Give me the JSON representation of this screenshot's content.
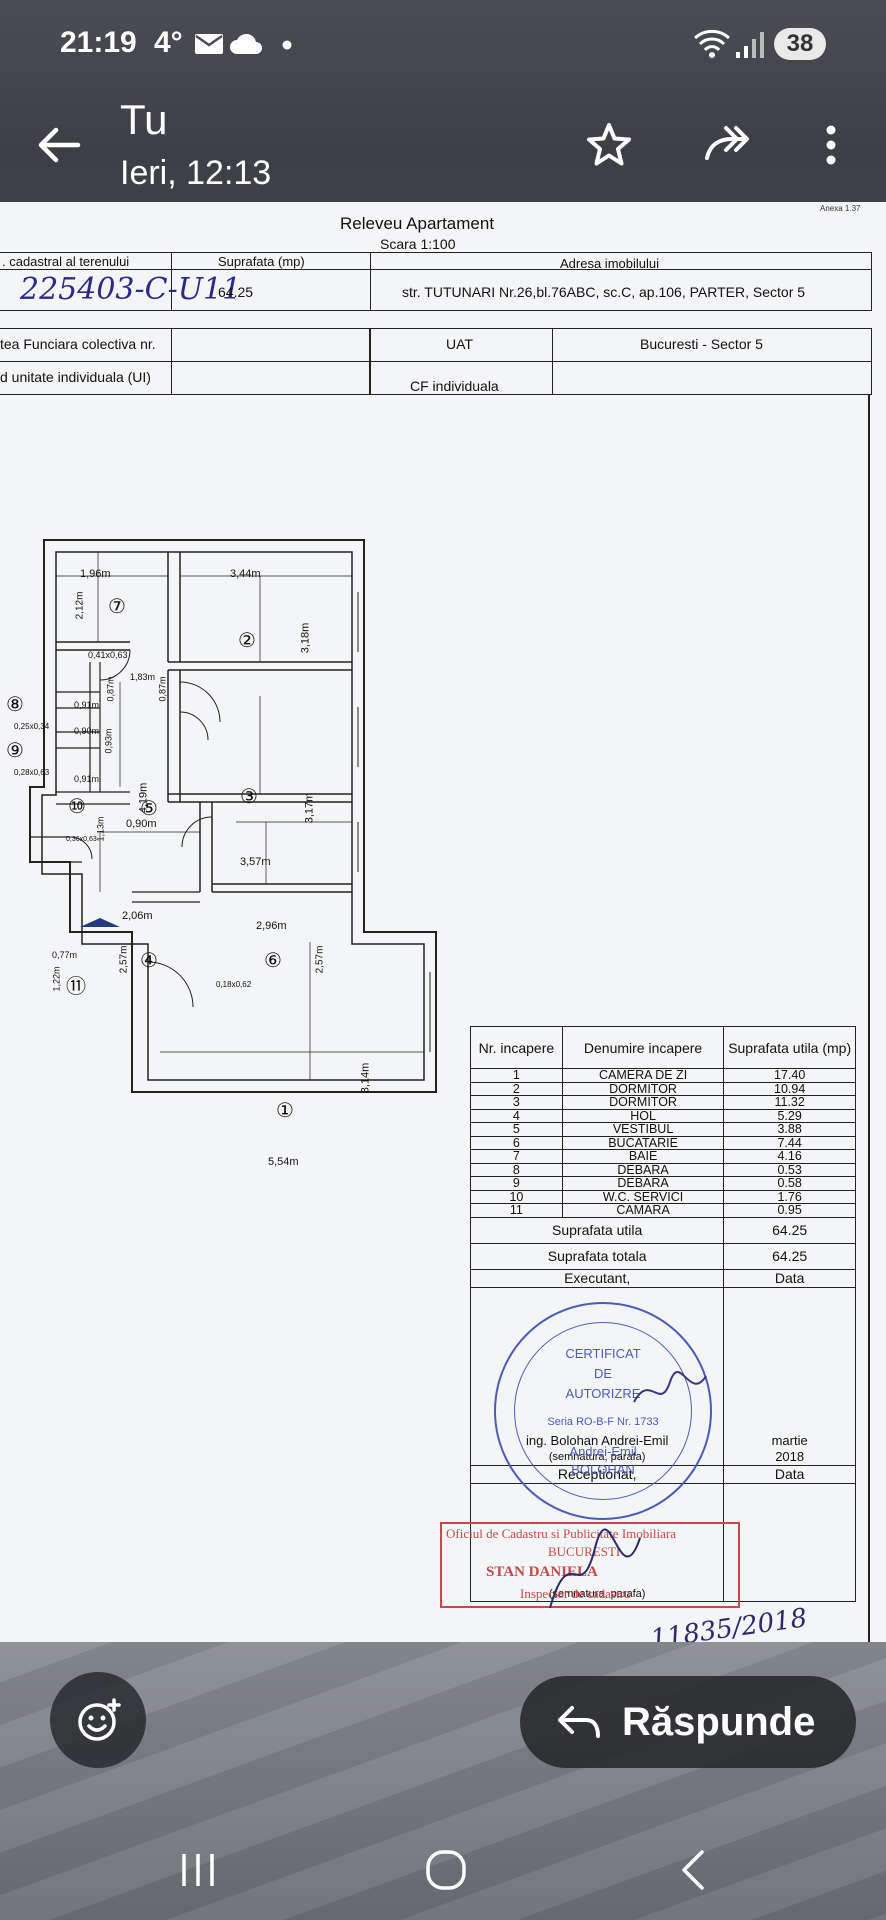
{
  "status_bar": {
    "time": "21:19",
    "temperature": "4°",
    "battery_level": "38",
    "icons": [
      "mail-icon",
      "cloud-icon",
      "dot-icon",
      "wifi-icon",
      "signal-icon"
    ]
  },
  "header": {
    "sender": "Tu",
    "timestamp": "Ieri, 12:13",
    "icons": [
      "back-arrow-icon",
      "star-icon",
      "forward-icon",
      "more-vert-icon"
    ]
  },
  "document": {
    "anexa": "Anexa 1.37",
    "title": "Releveu Apartament",
    "scale": "Scara 1:100",
    "col_cadastral": ". cadastral al terenului",
    "col_suprafata": "Suprafata (mp)",
    "col_adresa": "Adresa imobilului",
    "cadastral_handwritten": "225403-C-U11",
    "suprafata_value": "64.25",
    "adresa_value": "str. TUTUNARI Nr.26,bl.76ABC, sc.C, ap.106, PARTER, Sector 5",
    "cf_colectiva": "tea Funciara colectiva nr.",
    "uat_label": "UAT",
    "uat_value": "Bucuresti - Sector 5",
    "unitate_individuala": "d unitate individuala (UI)",
    "cf_individuala": "CF individuala",
    "plan_labels": {
      "d1": "1,96m",
      "d2": "3,44m",
      "d3": "2,12m",
      "d4": "3,18m",
      "d5": "0,41x0,63",
      "d6": "1,83m",
      "d7": "0,87m",
      "d8": "0,87m",
      "d9": "0,91m",
      "d10": "0,25x0,34",
      "d11": "0,90m",
      "d12": "0,93m",
      "d13": "0,28x0,63",
      "d14": "0,91m",
      "d15": "4,19m",
      "d16": "0,90m",
      "d17": "3,17m",
      "d18": "1,13m",
      "d19": "0,36x0,63",
      "d20": "3,57m",
      "d21": "2,06m",
      "d22": "2,96m",
      "d23": "0,77m",
      "d24": "2,57m",
      "d25": "1,22m",
      "d26": "2,57m",
      "d27": "0,18x0,62",
      "d28": "3,14m",
      "d29": "5,54m"
    },
    "room_numbers": [
      "①",
      "②",
      "③",
      "④",
      "⑤",
      "⑥",
      "⑦",
      "⑧",
      "⑨",
      "⑩",
      "⑪"
    ],
    "rooms_table": {
      "h_nr": "Nr. incapere",
      "h_denumire": "Denumire incapere",
      "h_suprafata": "Suprafata utila (mp)",
      "rows": [
        {
          "nr": "1",
          "name": "CAMERA DE ZI",
          "area": "17.40"
        },
        {
          "nr": "2",
          "name": "DORMITOR",
          "area": "10.94"
        },
        {
          "nr": "3",
          "name": "DORMITOR",
          "area": "11.32"
        },
        {
          "nr": "4",
          "name": "HOL",
          "area": "5.29"
        },
        {
          "nr": "5",
          "name": "VESTIBUL",
          "area": "3.88"
        },
        {
          "nr": "6",
          "name": "BUCATARIE",
          "area": "7.44"
        },
        {
          "nr": "7",
          "name": "BAIE",
          "area": "4.16"
        },
        {
          "nr": "8",
          "name": "DEBARA",
          "area": "0.53"
        },
        {
          "nr": "9",
          "name": "DEBARA",
          "area": "0.58"
        },
        {
          "nr": "10",
          "name": "W.C. SERVICI",
          "area": "1.76"
        },
        {
          "nr": "11",
          "name": "CAMARA",
          "area": "0.95"
        }
      ],
      "suprafata_utila_label": "Suprafata utila",
      "suprafata_utila": "64.25",
      "suprafata_totala_label": "Suprafata totala",
      "suprafata_totala": "64.25",
      "executant_label": "Executant,",
      "data_label": "Data",
      "executant_name": "ing. Bolohan Andrei-Emil",
      "semnatura": "(semnatura, parafa)",
      "month": "martie",
      "year": "2018",
      "receptionat_label": "Receptionat,",
      "data_label_2": "Data",
      "semnatura_2": "(semnatura, parafa)"
    },
    "stamp": {
      "l1": "CERTIFICAT",
      "l2": "DE",
      "l3": "AUTORIZRE",
      "l4": "Seria RO-B-F Nr. 1733",
      "l5": "Andrei-Emil",
      "l6": "BOLOHAN"
    },
    "red_stamp": {
      "l1": "Oficiul de Cadastru si Publicitate Imobiliara",
      "l2": "BUCURESTI",
      "l3": "STAN DANIELA",
      "l4": "Inspector de cadastru"
    },
    "handwritten_number": "11835/2018"
  },
  "actions": {
    "reply_label": "Răspunde",
    "icons": [
      "emoji-reaction-icon",
      "reply-arrow-icon"
    ]
  },
  "nav": {
    "icons": [
      "recents-icon",
      "home-icon",
      "nav-back-icon"
    ]
  },
  "colors": {
    "stamp_blue": "#4b5cb8",
    "stamp_red": "#c84848",
    "overlay_dark": "#282a2e"
  }
}
